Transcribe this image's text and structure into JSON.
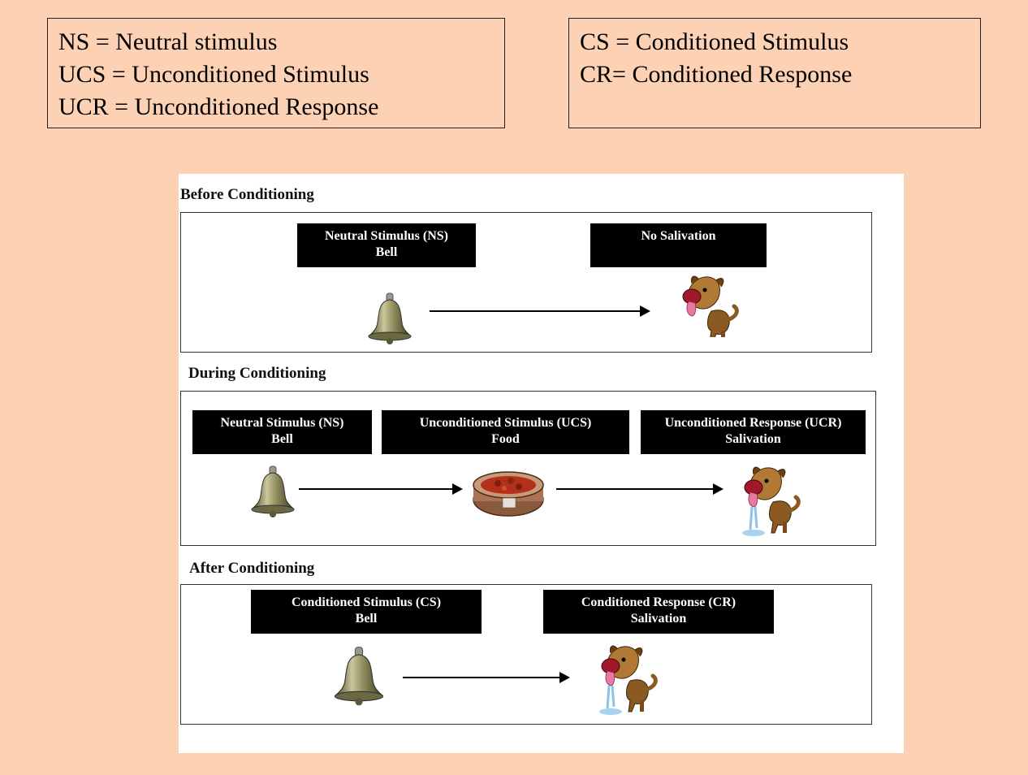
{
  "legend_left": {
    "lines": [
      "NS = Neutral stimulus",
      "UCS = Unconditioned Stimulus",
      "UCR = Unconditioned Response"
    ]
  },
  "legend_right": {
    "lines": [
      "CS = Conditioned Stimulus",
      "CR= Conditioned Response"
    ]
  },
  "before": {
    "title": "Before Conditioning",
    "ns": {
      "line1": "Neutral Stimulus (NS)",
      "line2": "Bell"
    },
    "response": {
      "line1": "No Salivation"
    }
  },
  "during": {
    "title": "During Conditioning",
    "ns": {
      "line1": "Neutral Stimulus (NS)",
      "line2": "Bell"
    },
    "ucs": {
      "line1": "Unconditioned Stimulus (UCS)",
      "line2": "Food"
    },
    "ucr": {
      "line1": "Unconditioned Response (UCR)",
      "line2": "Salivation"
    }
  },
  "after": {
    "title": "After Conditioning",
    "cs": {
      "line1": "Conditioned Stimulus (CS)",
      "line2": "Bell"
    },
    "cr": {
      "line1": "Conditioned Response (CR)",
      "line2": "Salivation"
    }
  },
  "icons": {
    "bell": "bell-icon",
    "food": "food-bowl-icon",
    "dog": "dog-icon",
    "drool": "drool-icon"
  }
}
